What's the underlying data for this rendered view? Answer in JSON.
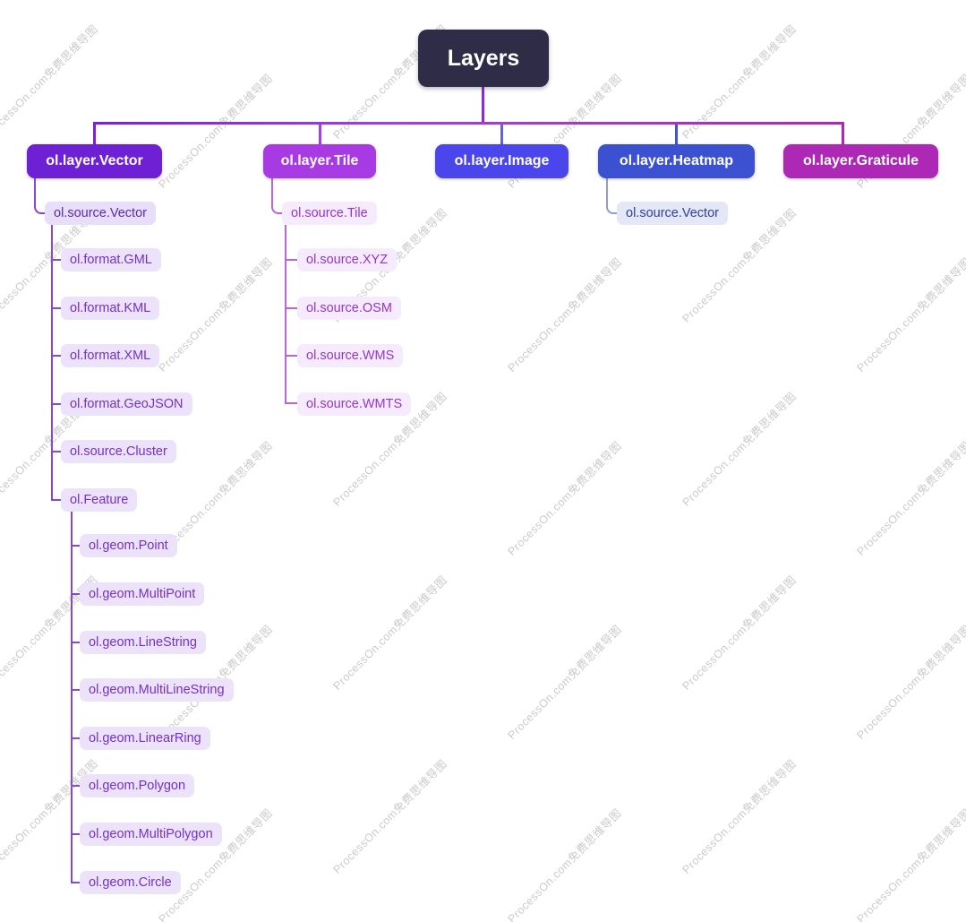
{
  "watermark": {
    "text": "ProcessOn.com免费思维导图",
    "color": "#cbcbcb"
  },
  "nodes": {
    "root": "Layers",
    "layer_vector": "ol.layer.Vector",
    "layer_tile": "ol.layer.Tile",
    "layer_image": "ol.layer.Image",
    "layer_heatmap": "ol.layer.Heatmap",
    "layer_graticule": "ol.layer.Graticule",
    "vector_source": "ol.source.Vector",
    "tile_source": "ol.source.Tile",
    "heatmap_source": "ol.source.Vector",
    "vector_children": [
      "ol.format.GML",
      "ol.format.KML",
      "ol.format.XML",
      "ol.format.GeoJSON",
      "ol.source.Cluster",
      "ol.Feature"
    ],
    "tile_children": [
      "ol.source.XYZ",
      "ol.source.OSM",
      "ol.source.WMS",
      "ol.source.WMTS"
    ],
    "feature_children": [
      "ol.geom.Point",
      "ol.geom.MultiPoint",
      "ol.geom.LineString",
      "ol.geom.MultiLineString",
      "ol.geom.LinearRing",
      "ol.geom.Polygon",
      "ol.geom.MultiPolygon",
      "ol.geom.Circle"
    ]
  },
  "colors": {
    "root_bg": "#2f2c48",
    "layer_vector": "#6e20d4",
    "layer_tile": "#a83ae4",
    "layer_image": "#4b46ec",
    "layer_heatmap": "#3c50d2",
    "layer_graticule": "#ae28b6",
    "vector_leaf_bg": "#ece3fb",
    "vector_leaf_text": "#7430cf",
    "tile_leaf_bg": "#f6ebfc",
    "tile_leaf_text": "#9334d6",
    "heatmap_leaf_bg": "#e3e7f8",
    "heatmap_leaf_text": "#2f3f9e",
    "trunk_gradient_start": "#7d20d6",
    "trunk_gradient_end": "#ab2ab4",
    "vector_line": "#8a46d4",
    "tile_line": "#bb62e8",
    "heatmap_line": "#8f9ade"
  }
}
